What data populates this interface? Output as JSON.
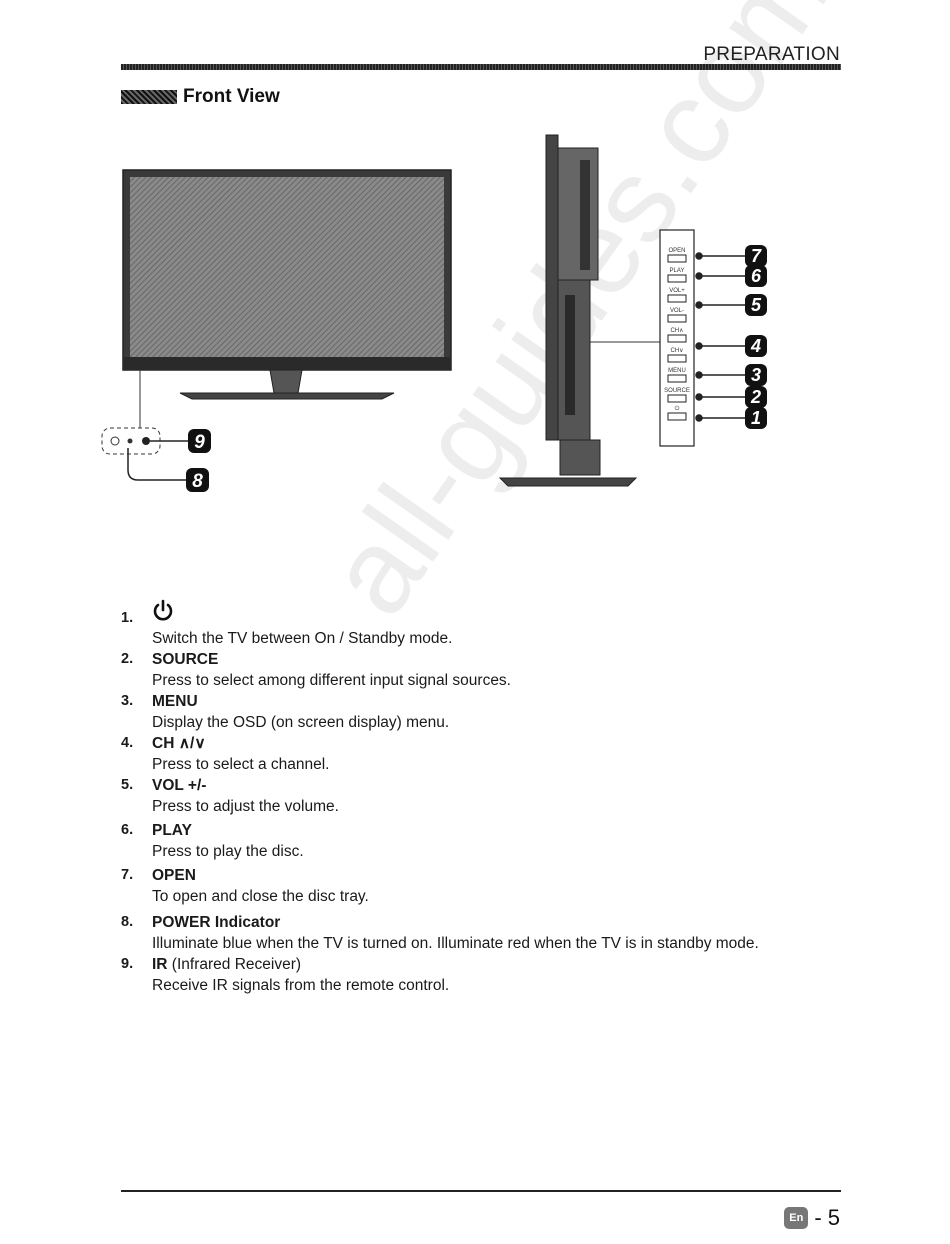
{
  "header": {
    "title": "PREPARATION"
  },
  "section": {
    "title": "Front View"
  },
  "figure": {
    "callouts_side": [
      "7",
      "6",
      "5",
      "4",
      "3",
      "2",
      "1"
    ],
    "callouts_front": [
      "9",
      "8"
    ],
    "side_panel_buttons": [
      "OPEN",
      "PLAY",
      "VOL+",
      "VOL-",
      "CH∧",
      "CH∨",
      "MENU",
      "SOURCE",
      "⏻"
    ]
  },
  "items": [
    {
      "num": "1.",
      "label": "",
      "icon": "power-icon",
      "desc": "Switch the TV between On / Standby mode."
    },
    {
      "num": "2.",
      "label": "SOURCE",
      "desc": "Press to select among different input signal sources."
    },
    {
      "num": "3.",
      "label": "MENU",
      "desc": "Display the OSD (on screen display) menu."
    },
    {
      "num": "4.",
      "label": "CH ∧/∨",
      "desc": "Press to select a channel."
    },
    {
      "num": "5.",
      "label": "VOL +/-",
      "desc": "Press to adjust the volume."
    },
    {
      "num": "6.",
      "label": "PLAY",
      "desc": "Press to play the disc."
    },
    {
      "num": "7.",
      "label": "OPEN",
      "desc": "To open and close the disc tray."
    },
    {
      "num": "8.",
      "label": "POWER Indicator",
      "desc": "Illuminate blue when the TV is turned on. Illuminate red when the TV is in standby mode."
    },
    {
      "num": "9.",
      "label": "IR",
      "label_suffix": " (Infrared Receiver)",
      "desc": "Receive IR signals from the remote control."
    }
  ],
  "footer": {
    "lang": "En",
    "page": "- 5"
  },
  "watermark": "all-guides.com"
}
